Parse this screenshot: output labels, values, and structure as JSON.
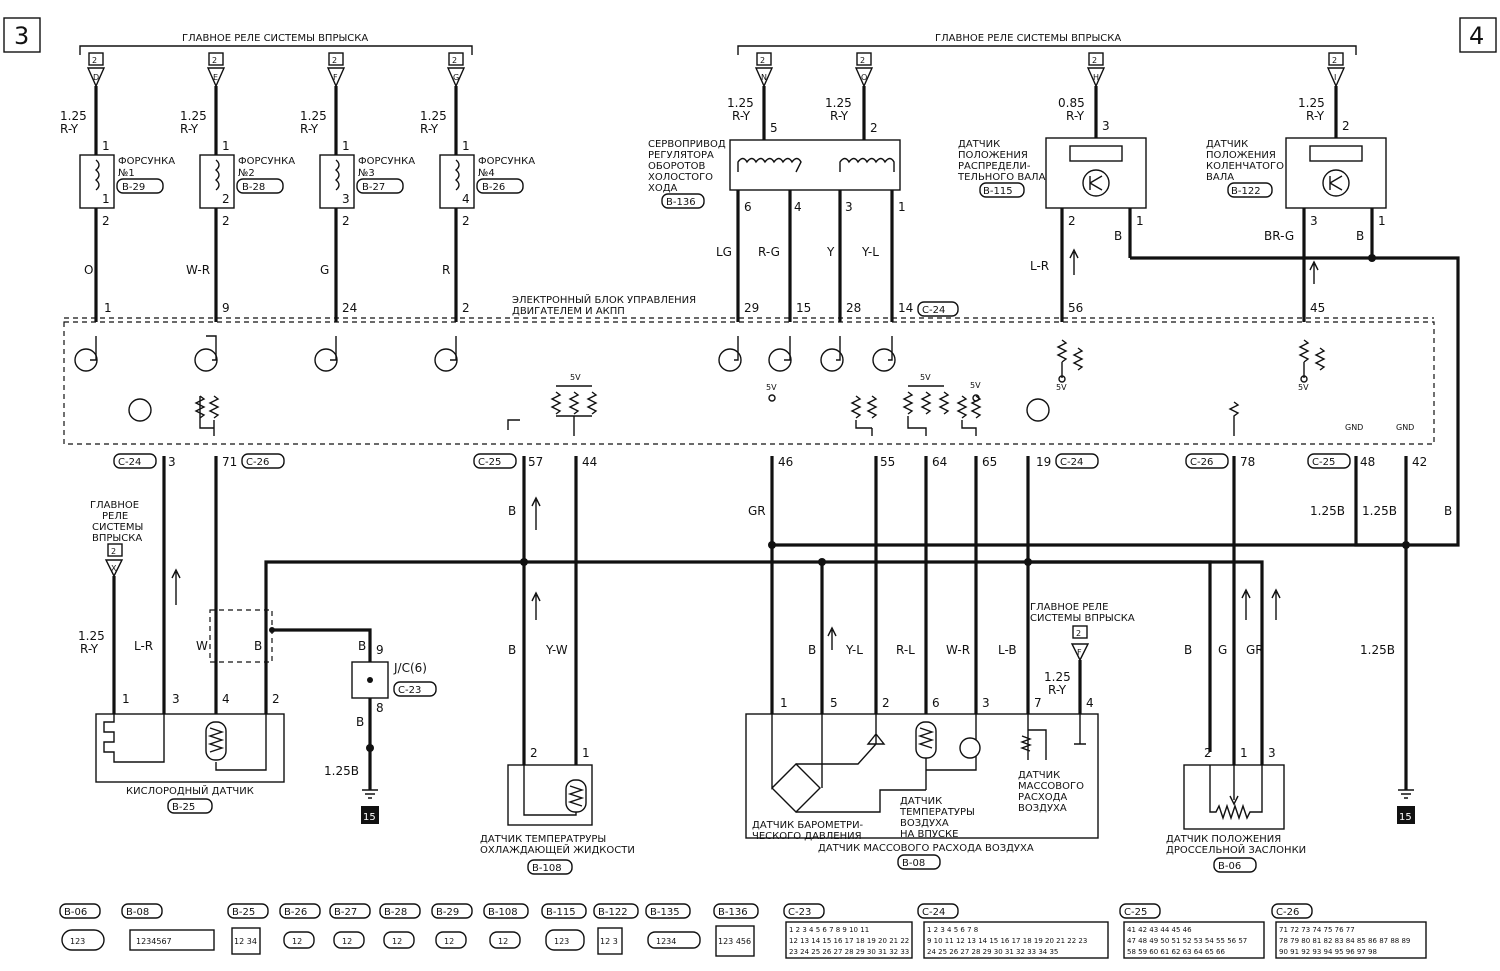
{
  "page_numbers": [
    "3",
    "4"
  ],
  "main_relay": "ГЛАВНОЕ РЕЛЕ СИСТЕМЫ ВПРЫСКА",
  "ecu_title": [
    "ЭЛЕКТРОННЫЙ БЛОК УПРАВЛЕНИЯ",
    "ДВИГАТЕЛЕМ И АКПП"
  ],
  "injectors": [
    {
      "title": "ФОРСУНКА",
      "num": "№1",
      "conn": "B-29",
      "relay_pin": "D",
      "size": "1.25",
      "wire_in": "R-Y",
      "wire_out": "O",
      "pin_in": "1",
      "pin_out": "1",
      "ecu_pin": "1",
      "coil_pin": "1",
      "out_pin": "2"
    },
    {
      "title": "ФОРСУНКА",
      "num": "№2",
      "conn": "B-28",
      "relay_pin": "E",
      "size": "1.25",
      "wire_in": "R-Y",
      "wire_out": "W-R",
      "pin_in": "1",
      "pin_out": "2",
      "ecu_pin": "9",
      "coil_pin": "2",
      "out_pin": "2"
    },
    {
      "title": "ФОРСУНКА",
      "num": "№3",
      "conn": "B-27",
      "relay_pin": "F",
      "size": "1.25",
      "wire_in": "R-Y",
      "wire_out": "G",
      "pin_in": "1",
      "pin_out": "3",
      "ecu_pin": "24",
      "coil_pin": "3",
      "out_pin": "2"
    },
    {
      "title": "ФОРСУНКА",
      "num": "№4",
      "conn": "B-26",
      "relay_pin": "G",
      "size": "1.25",
      "wire_in": "R-Y",
      "wire_out": "R",
      "pin_in": "1",
      "pin_out": "4",
      "ecu_pin": "2",
      "coil_pin": "4",
      "out_pin": "2"
    }
  ],
  "iac": {
    "lines": [
      "СЕРВОПРИВОД",
      "РЕГУЛЯТОРА",
      "ОБОРОТОВ",
      "ХОЛОСТОГО",
      "ХОДА"
    ],
    "conn": "B-136",
    "relay_pins": [
      "N",
      "O"
    ],
    "feeds": [
      {
        "size": "1.25",
        "wire": "R-Y",
        "pin": "5"
      },
      {
        "size": "1.25",
        "wire": "R-Y",
        "pin": "2"
      }
    ],
    "out_pins": [
      "6",
      "4",
      "3",
      "1"
    ],
    "wires": [
      "LG",
      "R-G",
      "Y",
      "Y-L"
    ],
    "ecu_pins": [
      "29",
      "15",
      "28",
      "14"
    ],
    "ecu_conn": "C-24"
  },
  "cam_sensor": {
    "lines": [
      "ДАТЧИК",
      "ПОЛОЖЕНИЯ",
      "РАСПРЕДЕЛИ-",
      "ТЕЛЬНОГО ВАЛА"
    ],
    "conn": "B-115",
    "relay_pin": "H",
    "size": "0.85",
    "wire_in": "R-Y",
    "pins": [
      "3",
      "2",
      "1"
    ],
    "wire_sig": "L-R",
    "wire_gnd": "B",
    "ecu_pin": "56"
  },
  "crank_sensor": {
    "lines": [
      "ДАТЧИК",
      "ПОЛОЖЕНИЯ",
      "КОЛЕНЧАТОГО",
      "ВАЛА"
    ],
    "conn": "B-122",
    "relay_pin": "I",
    "size": "1.25",
    "wire_in": "R-Y",
    "pins": [
      "2",
      "3",
      "1"
    ],
    "wire_sig": "BR-G",
    "wire_gnd": "B",
    "ecu_pin": "45"
  },
  "ecu_bottom": {
    "groups": [
      {
        "conn": "C-24",
        "pins": [
          "3"
        ]
      },
      {
        "conn": "C-26",
        "pins": [
          "71"
        ]
      },
      {
        "conn": "C-25",
        "pins": [
          "57",
          "44"
        ]
      },
      {
        "conn": "",
        "pins": [
          "46",
          "55",
          "64",
          "65"
        ]
      },
      {
        "conn": "C-24",
        "pins": [
          "19"
        ]
      },
      {
        "conn": "C-26",
        "pins": [
          "78"
        ]
      },
      {
        "conn": "C-25",
        "pins": [
          "48",
          "42"
        ]
      }
    ],
    "five_v": "5V",
    "gnd": "GND"
  },
  "o2_sensor": {
    "title": "КИСЛОРОДНЫЙ ДАТЧИК",
    "conn": "B-25",
    "relay_lines": [
      "ГЛАВНОЕ",
      "РЕЛЕ",
      "СИСТЕМЫ",
      "ВПРЫСКА"
    ],
    "relay_pin": "X",
    "size": "1.25",
    "wire_feed": "R-Y",
    "wire_sig": "L-R",
    "wire_heat": "W",
    "wire_shield": "B",
    "pins": [
      "1",
      "3",
      "4",
      "2"
    ]
  },
  "joint": {
    "label": "J/C(6)",
    "conn": "C-23",
    "pin_top": "9",
    "pin_bottom": "8",
    "wire_top": "B",
    "wire_bottom": "B",
    "gnd_size": "1.25B",
    "ground_no": "15"
  },
  "coolant_sensor": {
    "lines": [
      "ДАТЧИК ТЕМПЕРАТРУРЫ",
      "ОХЛАЖДАЮЩЕЙ ЖИДКОСТИ"
    ],
    "conn": "B-108",
    "wires": [
      "B",
      "B",
      "Y-W"
    ],
    "pins": [
      "2",
      "1"
    ]
  },
  "maf": {
    "title": "ДАТЧИК МАССОВОГО РАСХОДА ВОЗДУХА",
    "conn": "B-08",
    "baro": [
      "ДАТЧИК БАРОМЕТРИ-",
      "ЧЕСКОГО ДАВЛЕНИЯ"
    ],
    "iat": [
      "ДАТЧИК",
      "ТЕМПЕРАТУРЫ",
      "ВОЗДУХА",
      "НА ВПУСКЕ"
    ],
    "maf_lines": [
      "ДАТЧИК",
      "МАССОВОГО",
      "РАСХОДА",
      "ВОЗДУХА"
    ],
    "wires": [
      "GR",
      "B",
      "Y-L",
      "R-L",
      "W-R",
      "L-B"
    ],
    "pins": [
      "1",
      "5",
      "2",
      "6",
      "3",
      "7",
      "4"
    ],
    "relay_lines": [
      "ГЛАВНОЕ РЕЛЕ",
      "СИСТЕМЫ ВПРЫСКА"
    ],
    "relay_pin": "F",
    "size": "1.25",
    "wire_feed": "R-Y"
  },
  "tps": {
    "lines": [
      "ДАТЧИК ПОЛОЖЕНИЯ",
      "ДРОССЕЛЬНОЙ ЗАСЛОНКИ"
    ],
    "conn": "B-06",
    "wires": [
      "B",
      "G",
      "GR"
    ],
    "pins": [
      "2",
      "1",
      "3"
    ]
  },
  "ground_right": {
    "wires": [
      "1.25B",
      "1.25B",
      "B",
      "1.25B"
    ],
    "ground_no": "15"
  },
  "connectors": [
    {
      "id": "B-06",
      "pins": "123"
    },
    {
      "id": "B-08",
      "pins": "1234567"
    },
    {
      "id": "B-25",
      "pins": "12 34"
    },
    {
      "id": "B-26",
      "pins": "12"
    },
    {
      "id": "B-27",
      "pins": "12"
    },
    {
      "id": "B-28",
      "pins": "12"
    },
    {
      "id": "B-29",
      "pins": "12"
    },
    {
      "id": "B-108",
      "pins": "12"
    },
    {
      "id": "B-115",
      "pins": "123"
    },
    {
      "id": "B-122",
      "pins": "12 3"
    },
    {
      "id": "B-135",
      "pins": "1234"
    },
    {
      "id": "B-136",
      "pins": "123 456"
    },
    {
      "id": "C-23",
      "rows": [
        "1 2 3 4 5 6 7 8 9 10 11",
        "12 13 14 15 16 17 18 19 20 21 22",
        "23 24 25 26 27 28 29 30 31 32 33"
      ]
    },
    {
      "id": "C-24",
      "rows": [
        "1 2 3 4 5 6 7 8",
        "9 10 11 12 13 14 15 16 17 18 19 20 21 22 23",
        "24 25 26 27 28 29 30 31 32 33 34 35"
      ]
    },
    {
      "id": "C-25",
      "rows": [
        "41 42 43 44 45 46",
        "47 48 49 50 51 52 53 54 55 56 57",
        "58 59 60 61 62 63 64 65 66"
      ]
    },
    {
      "id": "C-26",
      "rows": [
        "71 72 73 74 75 76 77",
        "78 79 80 81 82 83 84 85 86 87 88 89",
        "90 91 92 93 94 95 96 97 98"
      ]
    }
  ]
}
